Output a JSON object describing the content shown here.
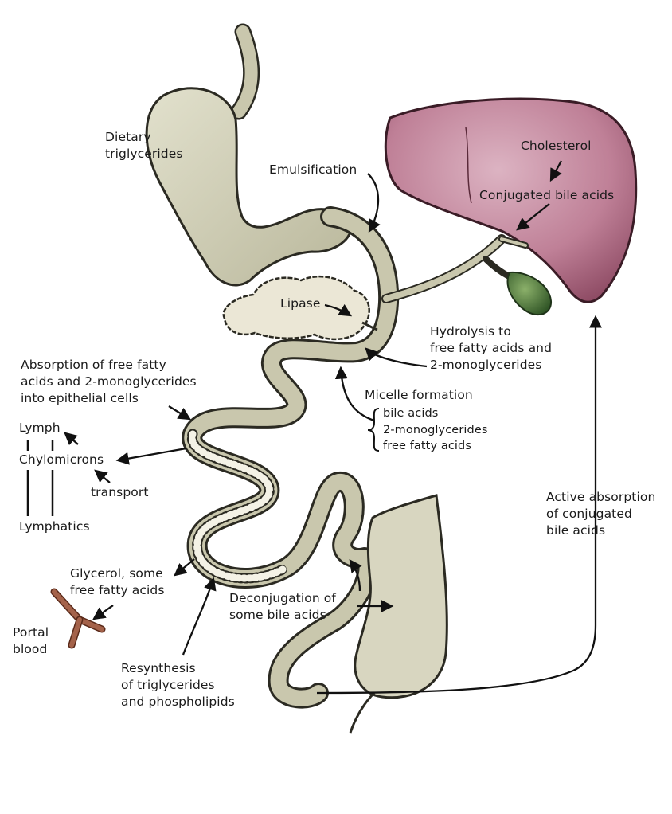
{
  "labels": {
    "dietary": "Dietary\ntriglycerides",
    "emulsification": "Emulsification",
    "cholesterol": "Cholesterol",
    "conjugated_bile_acids": "Conjugated bile acids",
    "lipase": "Lipase",
    "hydrolysis": "Hydrolysis to\nfree fatty acids and\n2-monoglycerides",
    "absorption": "Absorption of free fatty\nacids and 2-monoglycerides\ninto epithelial cells",
    "micelle_title": "Micelle formation",
    "micelle_items": "bile acids\n2-monoglycerides\nfree fatty acids",
    "lymph": "Lymph",
    "chylomicrons": "Chylomicrons",
    "transport": "transport",
    "lymphatics": "Lymphatics",
    "active_absorption": "Active absorption\nof conjugated\nbile acids",
    "glycerol": "Glycerol, some\nfree fatty acids",
    "portal_blood": "Portal\nblood",
    "deconjugation": "Deconjugation of\nsome bile acids",
    "resynthesis": "Resynthesis\nof triglycerides\nand phospholipids"
  },
  "colors": {
    "gut": "#c9c7ad",
    "gut_outline": "#2b2a22",
    "liver": "#b0738a",
    "liver_outline": "#3a1c26",
    "gallbladder": "#4f7a3c",
    "vein": "#a4624a",
    "pancreas": "#e7e3d3",
    "arrow": "#111111"
  }
}
